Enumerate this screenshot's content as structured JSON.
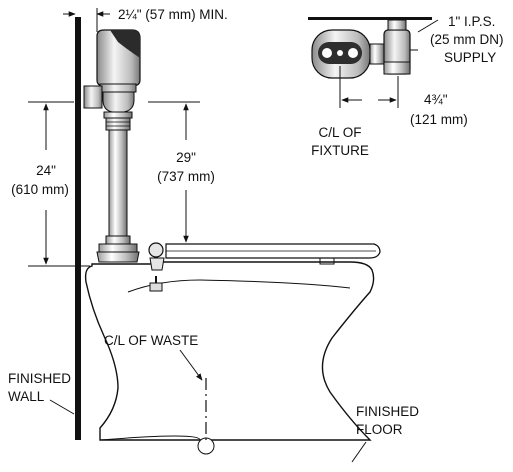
{
  "labels": {
    "offset_min": "2¼\" (57 mm) MIN.",
    "supply_line1": "1\" I.P.S.",
    "supply_line2": "(25 mm DN)",
    "supply_line3": "SUPPLY",
    "offset_horizontal_in": "4¾\"",
    "offset_horizontal_mm": "(121 mm)",
    "cl_fixture_line1": "C/L OF",
    "cl_fixture_line2": "FIXTURE",
    "height_24_in": "24\"",
    "height_24_mm": "(610 mm)",
    "height_29_in": "29\"",
    "height_29_mm": "(737 mm)",
    "cl_waste": "C/L OF WASTE",
    "finished_wall_line1": "FINISHED",
    "finished_wall_line2": "WALL",
    "finished_floor_line1": "FINISHED",
    "finished_floor_line2": "FLOOR"
  },
  "colors": {
    "line": "#111111",
    "background": "#ffffff",
    "valve_dark": "#333333",
    "valve_mid": "#cfcfcf"
  }
}
